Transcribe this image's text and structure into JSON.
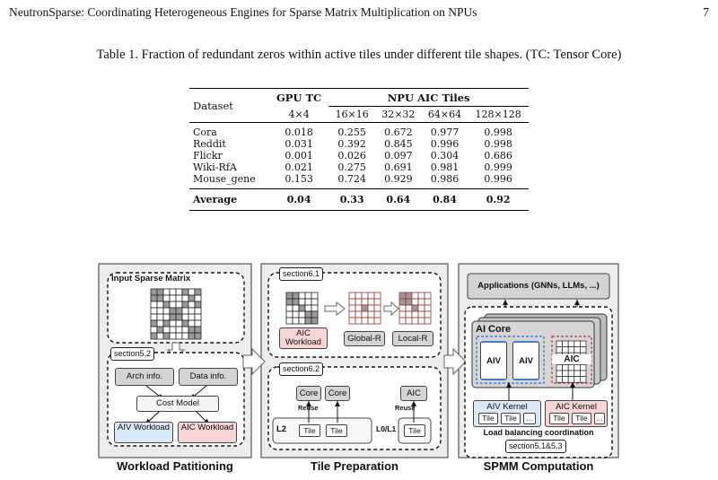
{
  "header": {
    "title": "NeutronSparse: Coordinating Heterogeneous Engines for Sparse Matrix Multiplication on NPUs",
    "page": "7"
  },
  "table": {
    "caption": "Table 1. Fraction of redundant zeros within active tiles under different tile shapes. (TC: Tensor Core)",
    "col_dataset": "Dataset",
    "group_gpu": "GPU TC",
    "group_npu": "NPU AIC Tiles",
    "sizes": [
      "4×4",
      "16×16",
      "32×32",
      "64×64",
      "128×128"
    ],
    "rows": [
      {
        "name": "Cora",
        "values": [
          "0.018",
          "0.255",
          "0.672",
          "0.977",
          "0.998"
        ]
      },
      {
        "name": "Reddit",
        "values": [
          "0.031",
          "0.392",
          "0.845",
          "0.996",
          "0.998"
        ]
      },
      {
        "name": "Flickr",
        "values": [
          "0.001",
          "0.026",
          "0.097",
          "0.304",
          "0.686"
        ]
      },
      {
        "name": "Wiki-RfA",
        "values": [
          "0.021",
          "0.275",
          "0.691",
          "0.981",
          "0.999"
        ]
      },
      {
        "name": "Mouse_gene",
        "values": [
          "0.153",
          "0.724",
          "0.929",
          "0.986",
          "0.996"
        ]
      }
    ],
    "average": {
      "name": "Average",
      "values": [
        "0.04",
        "0.33",
        "0.64",
        "0.84",
        "0.92"
      ]
    }
  },
  "figure": {
    "panel1": {
      "input_title": "Input Sparse Matrix",
      "section": "section5.2",
      "arch": "Arch info.",
      "data": "Data info.",
      "cost": "Cost Model",
      "aiv_workload": "AIV Workload",
      "aic_workload": "AIC Workload",
      "title": "Workload Patitioning"
    },
    "panel2": {
      "section1": "section6.1",
      "aic_workload": "AIC Workload",
      "global_r": "Global-R",
      "local_r": "Local-R",
      "section2": "section6.2",
      "core": "Core",
      "aic": "AIC",
      "reuse": "Reuse",
      "l2": "L2",
      "l01": "L0/L1",
      "tile": "Tile",
      "title": "Tile Preparation"
    },
    "panel3": {
      "apps": "Applications (GNNs, LLMs, ...)",
      "ai_core": "AI Core",
      "aiv": "AIV",
      "aic": "AIC",
      "aiv_kernel": "AIV Kernel",
      "aic_kernel": "AIC Kernel",
      "tile": "Tile",
      "ellipsis": "...",
      "lb": "Load balancing coordination",
      "section": "section5.1&5.3",
      "title": "SPMM Computation"
    }
  }
}
